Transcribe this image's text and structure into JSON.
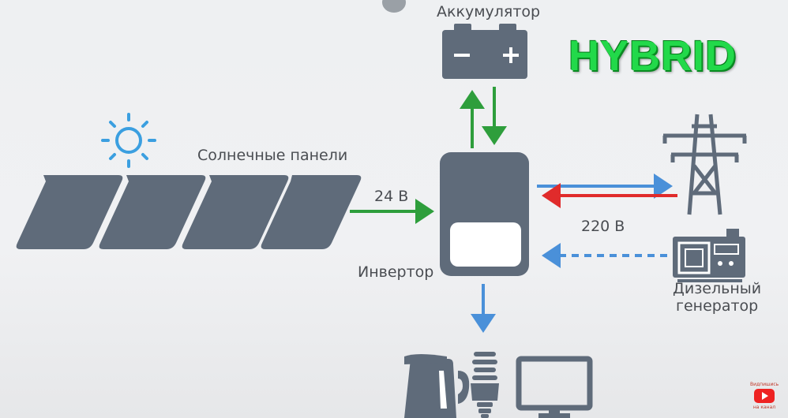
{
  "title": "HYBRID",
  "labels": {
    "battery": "Аккумулятор",
    "solar": "Солнечные панели",
    "voltage_dc": "24 В",
    "voltage_ac": "220 В",
    "inverter": "Инвертор",
    "generator_line1": "Дизельный",
    "generator_line2": "генератор"
  },
  "battery_signs": {
    "minus": "−",
    "plus": "+"
  },
  "badge": {
    "line1": "Видпишись",
    "line2": "на канал"
  },
  "colors": {
    "device": "#5f6b7a",
    "green_arrow": "#2e9e3c",
    "blue_arrow": "#4a90d9",
    "red_arrow": "#e02b2b",
    "title": "#22d94a"
  },
  "icons": [
    "sun-icon",
    "solar-panel-icon",
    "battery-icon",
    "inverter-icon",
    "power-tower-icon",
    "diesel-generator-icon",
    "kettle-icon",
    "light-bulb-icon",
    "monitor-icon"
  ]
}
